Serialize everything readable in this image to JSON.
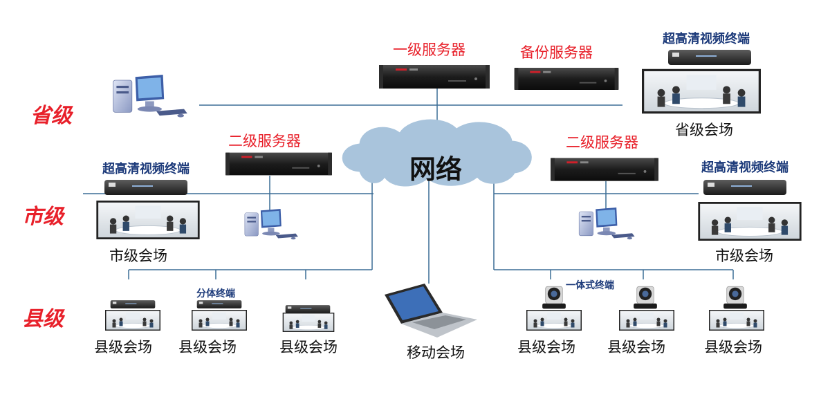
{
  "levels": {
    "province": "省级",
    "city": "市级",
    "county": "县级"
  },
  "servers": {
    "primary": "一级服务器",
    "backup": "备份服务器",
    "secondary_left": "二级服务器",
    "secondary_right": "二级服务器"
  },
  "network_label": "网络",
  "terminals": {
    "uhd_top": "超高清视频终端",
    "uhd_left": "超高清视频终端",
    "uhd_right": "超高清视频终端",
    "split": "分体终端",
    "integrated": "一体式终端"
  },
  "venues": {
    "province": "省级会场",
    "city_left": "市级会场",
    "city_right": "市级会场",
    "mobile": "移动会场",
    "county": [
      "县级会场",
      "县级会场",
      "县级会场",
      "县级会场",
      "县级会场",
      "县级会场"
    ]
  },
  "colors": {
    "label_red": "#e8202a",
    "label_blue": "#1c3a7a",
    "line": "#3b6d96",
    "cloud": "#a9c4dc"
  }
}
